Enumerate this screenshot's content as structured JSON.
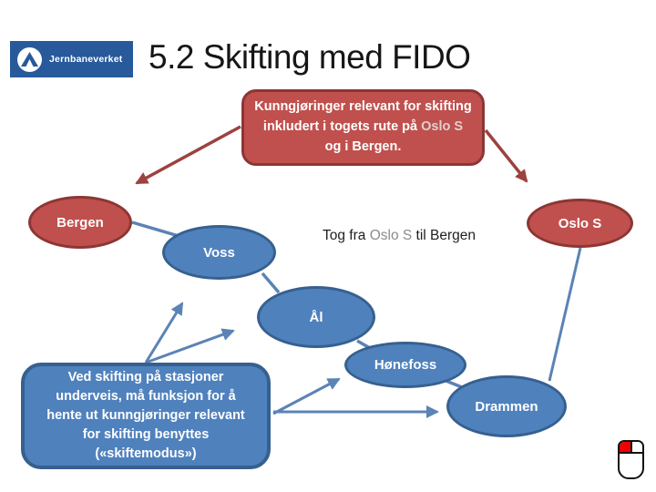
{
  "slide": {
    "logo_text": "Jernbaneverket",
    "title": "5.2 Skifting med FIDO",
    "callout_top": {
      "part1": "Kunngjøringer relevant for skifting\ninkludert i togets rute på ",
      "part2": "Oslo S",
      "part3": "\nog i Bergen."
    },
    "route_label": {
      "part1": "Tog fra ",
      "part2": "Oslo S",
      "part3": " til Bergen"
    },
    "callout_bottom": "Ved skifting på stasjoner\nunderveis, må funksjon for å\nhente ut kunngjøringer relevant\nfor skifting benyttes\n(«skiftemodus»)",
    "nodes": [
      {
        "id": "bergen",
        "label": "Bergen",
        "color": "red"
      },
      {
        "id": "voss",
        "label": "Voss",
        "color": "blue"
      },
      {
        "id": "aal",
        "label": "Ål",
        "color": "blue"
      },
      {
        "id": "honefoss",
        "label": "Hønefoss",
        "color": "blue"
      },
      {
        "id": "drammen",
        "label": "Drammen",
        "color": "blue"
      },
      {
        "id": "oslo_s",
        "label": "Oslo S",
        "color": "red"
      }
    ],
    "connections": [
      "Bergen-Voss",
      "Voss-Ål",
      "Ål-Hønefoss",
      "Hønefoss-Drammen",
      "Drammen-Oslo S"
    ],
    "colors": {
      "red_fill": "#c0504d",
      "red_border": "#8c3634",
      "blue_fill": "#4f81bd",
      "blue_border": "#36608f",
      "connector_blue": "#5b83b5",
      "arrow_red": "#9c4240",
      "logo_blue": "#27599b",
      "mouse_button_red": "#f00000",
      "title_text": "#161616",
      "oslo_s_dim_text": "#8c8c8c"
    }
  }
}
